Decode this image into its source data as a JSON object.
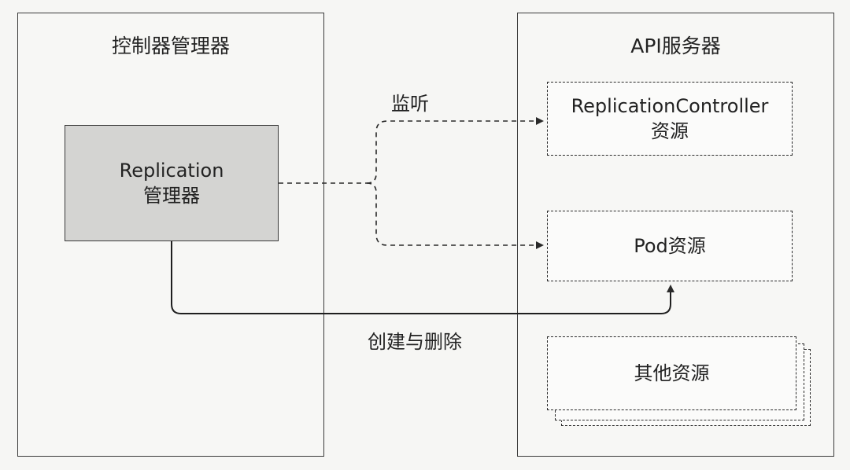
{
  "controller_manager": {
    "title": "控制器管理器",
    "replication_manager": {
      "line1": "Replication",
      "line2": "管理器"
    }
  },
  "api_server": {
    "title": "API服务器",
    "replication_controller_resource": {
      "line1": "ReplicationController",
      "line2": "资源"
    },
    "pod_resource": {
      "label": "Pod资源"
    },
    "other_resources": {
      "label": "其他资源"
    }
  },
  "connections": {
    "watch_label": "监听",
    "create_delete_label": "创建与删除"
  }
}
